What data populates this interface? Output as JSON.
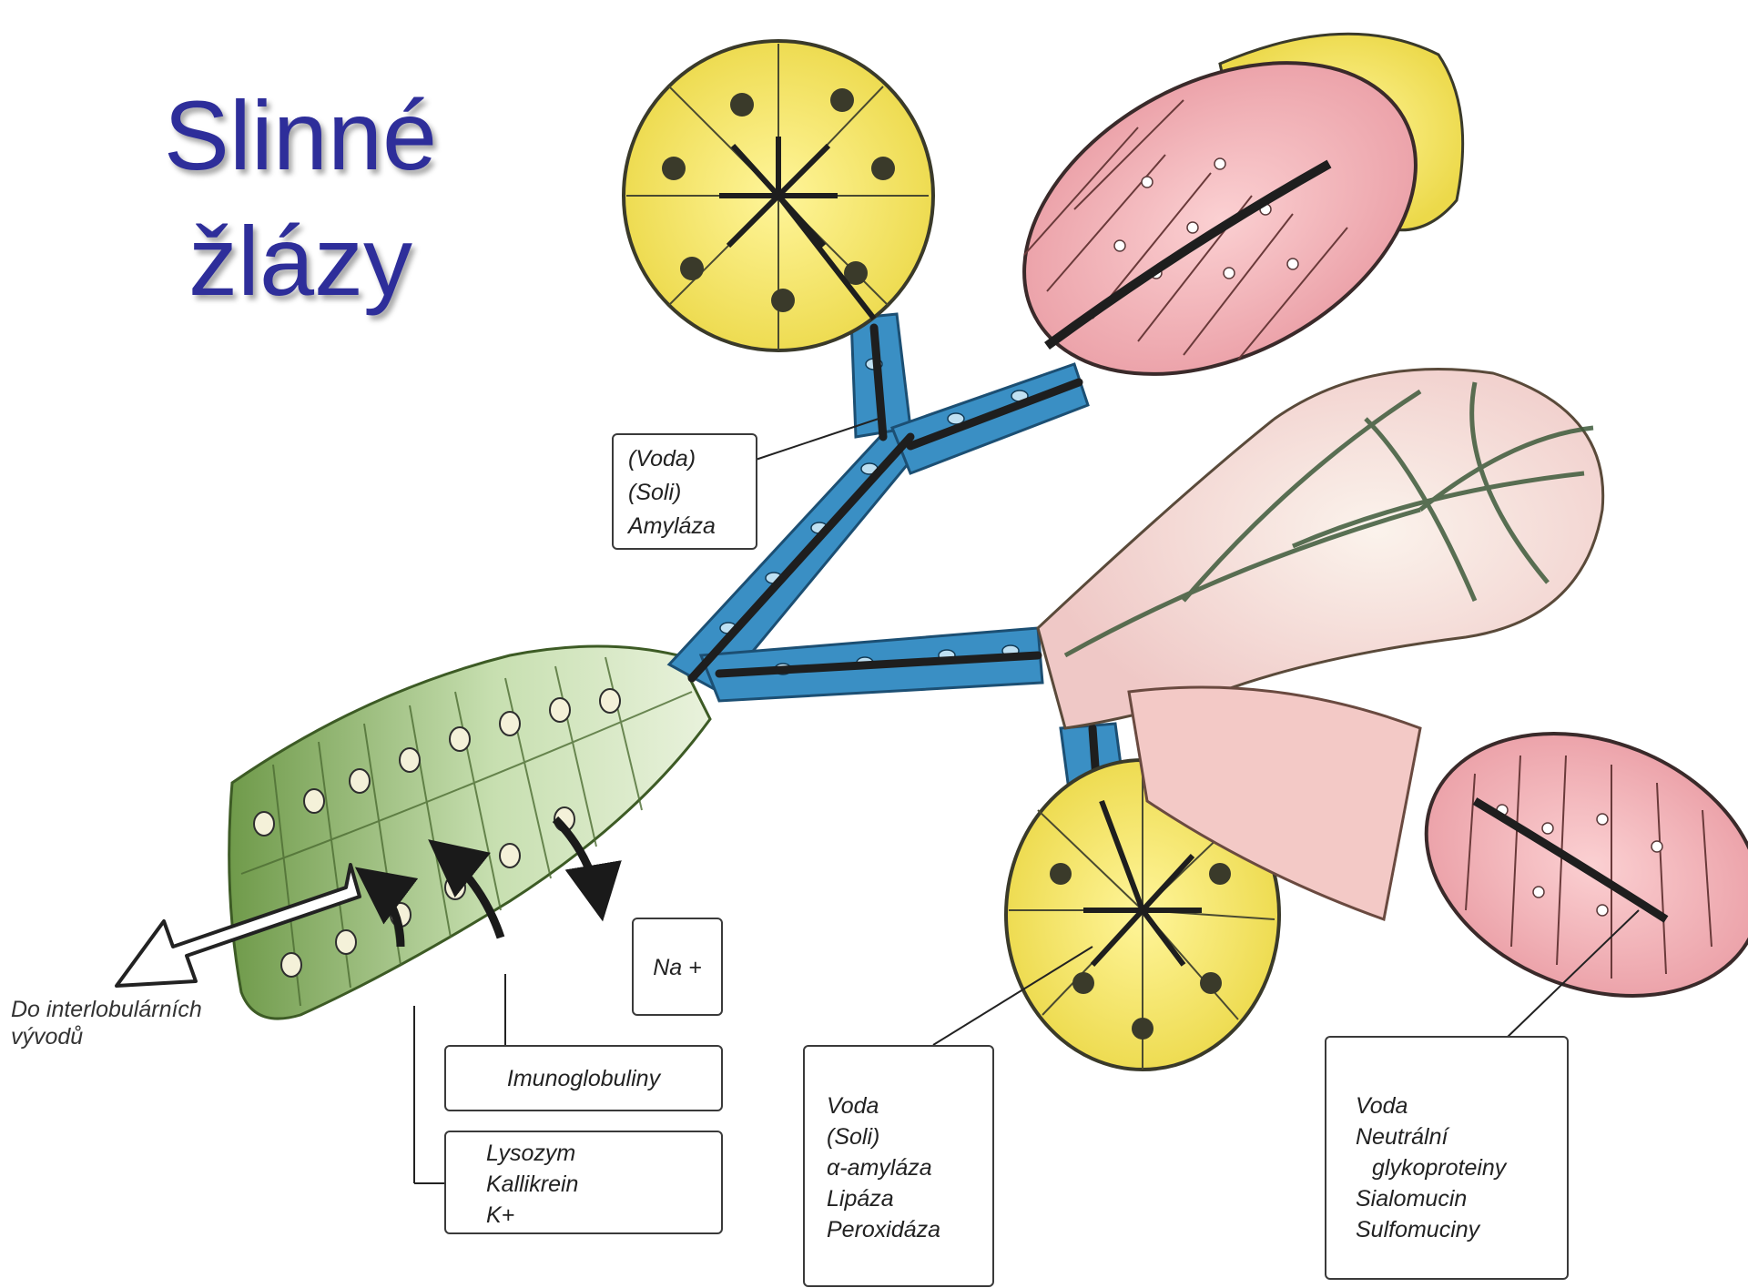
{
  "title": {
    "line1": "Slinné",
    "line2": "žlázy"
  },
  "labels": {
    "acinus_top_serous": [
      "(Voda)",
      "(Soli)",
      "Amyláza"
    ],
    "acinus_bottom_serous": [
      "Voda",
      "(Soli)",
      "α-amyláza",
      "Lipáza",
      "Peroxidáza"
    ],
    "acinus_mucous": [
      "Voda",
      "Neutrální",
      "glykoproteiny",
      "Sialomucin",
      "Sulfomuciny"
    ],
    "sodium": "Na +",
    "immunoglobulins": "Imunoglobuliny",
    "duct_secretions": [
      "Lysozym",
      "Kallikrein",
      "K+"
    ],
    "outflow": [
      "Do interlobulárních",
      "vývodů"
    ]
  },
  "colors": {
    "title": "#2e2e9a",
    "serous": "#f2e25a",
    "mucous": "#f0a8ad",
    "intercalated_duct": "#3a8fc4",
    "striated_duct": "#a9cf8a",
    "lumen": "#1e1e1e"
  }
}
